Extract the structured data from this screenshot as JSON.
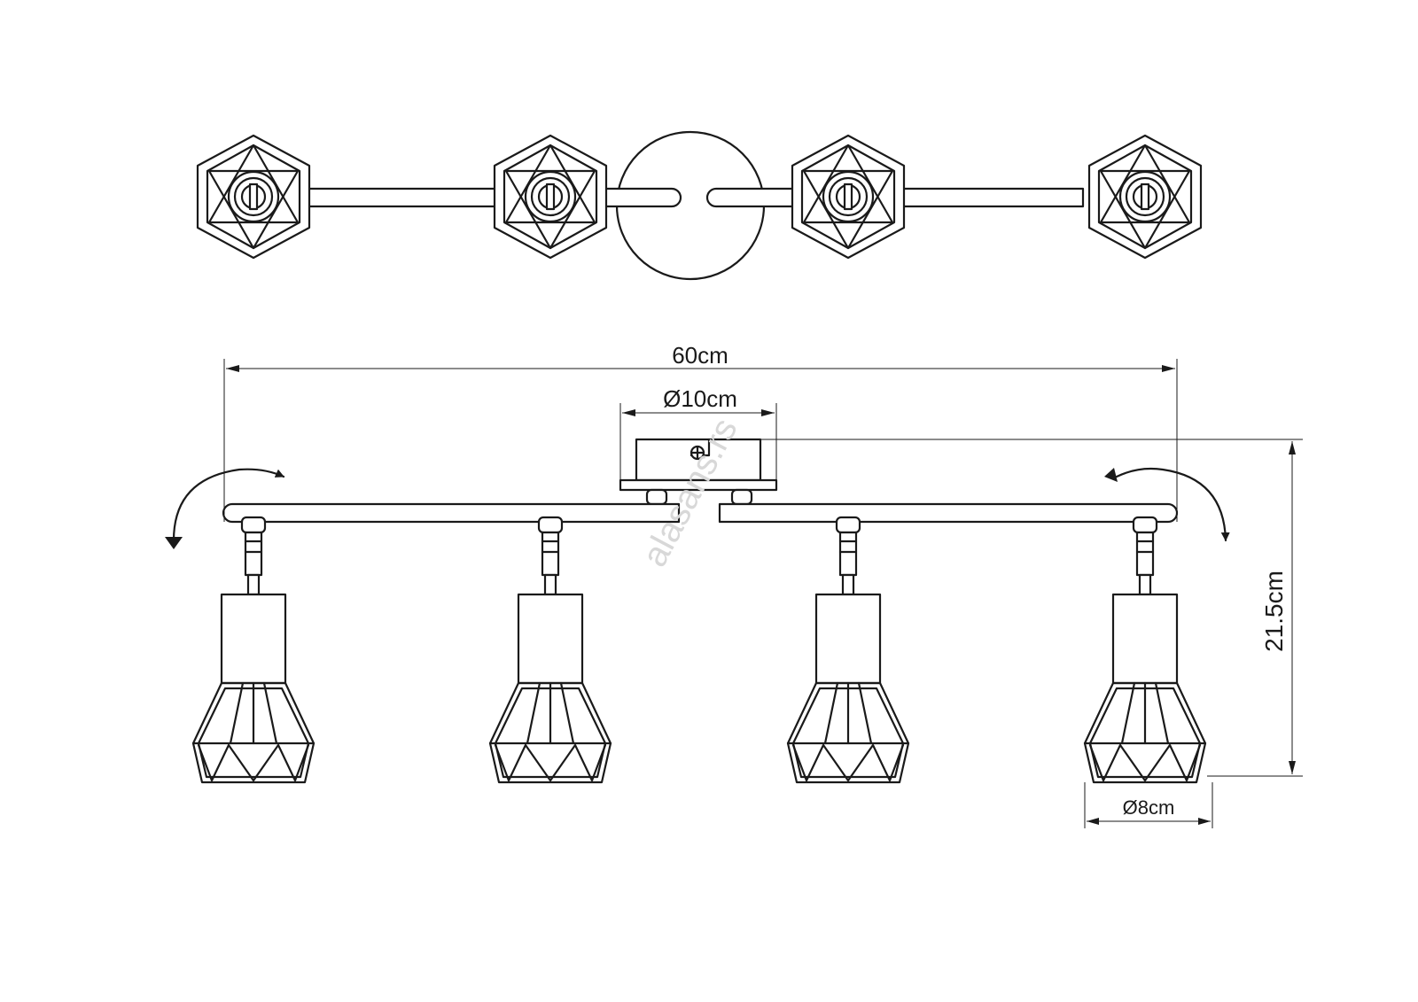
{
  "dimensions": {
    "total_width": "60cm",
    "canopy_diameter": "Ø10cm",
    "height": "21.5cm",
    "shade_diameter": "Ø8cm"
  },
  "watermark": "alasans.rs"
}
